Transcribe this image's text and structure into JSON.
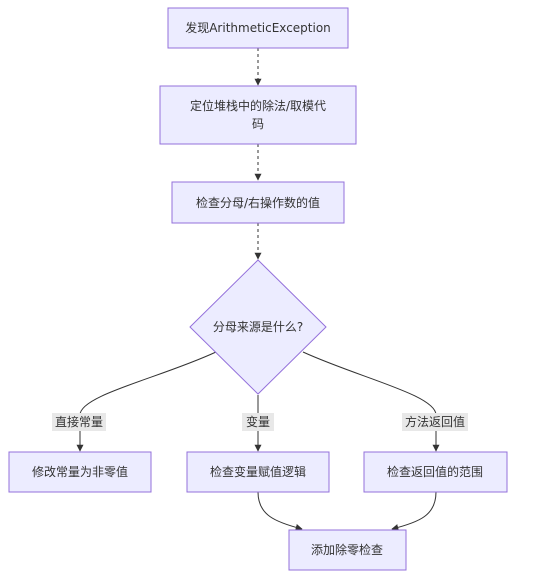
{
  "nodes": {
    "discover": "发现ArithmeticException",
    "locate_line1": "定位堆栈中的除法/取模代",
    "locate_line2": "码",
    "check_divisor": "检查分母/右操作数的值",
    "source_question": "分母来源是什么?",
    "fix_constant": "修改常量为非零值",
    "check_variable": "检查变量赋值逻辑",
    "check_return": "检查返回值的范围",
    "add_check": "添加除零检查"
  },
  "edges": {
    "direct_constant": "直接常量",
    "variable": "变量",
    "method_return": "方法返回值"
  },
  "colors": {
    "node_fill": "#ececff",
    "node_stroke": "#9370db",
    "edge": "#333333",
    "edge_label_bg": "#e8e8e8"
  }
}
